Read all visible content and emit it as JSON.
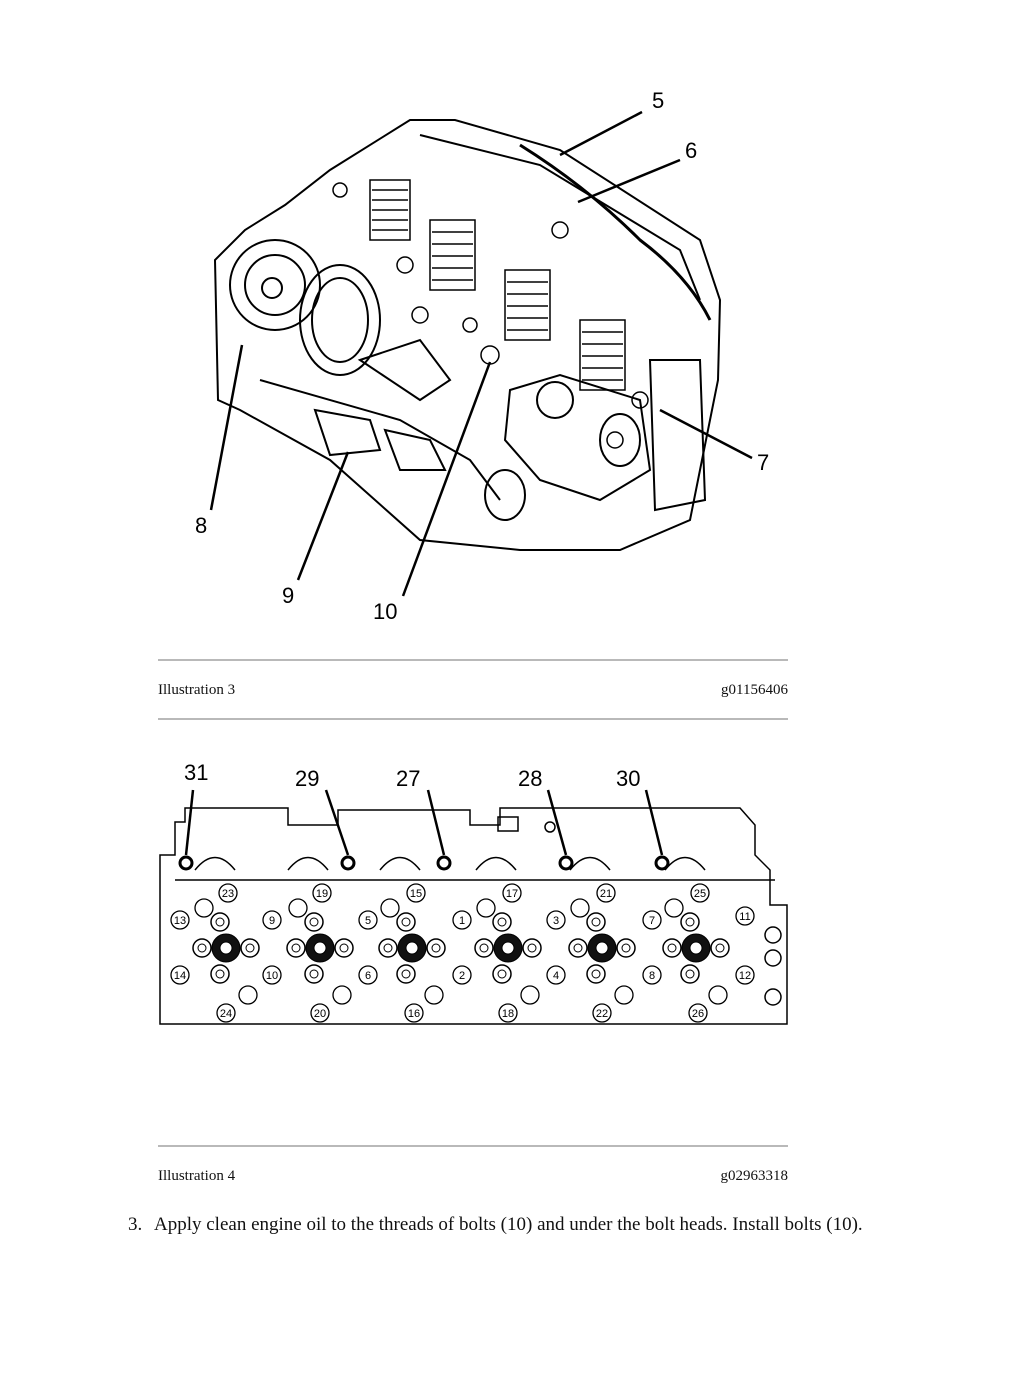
{
  "illustration3": {
    "caption": "Illustration 3",
    "code": "g01156406",
    "callouts": [
      "5",
      "6",
      "7",
      "8",
      "9",
      "10"
    ]
  },
  "illustration4": {
    "caption": "Illustration 4",
    "code": "g02963318",
    "callouts": [
      "31",
      "29",
      "27",
      "28",
      "30"
    ],
    "bolt_numbers": [
      "23",
      "19",
      "15",
      "17",
      "21",
      "25",
      "13",
      "9",
      "5",
      "1",
      "3",
      "7",
      "11",
      "14",
      "10",
      "6",
      "2",
      "4",
      "8",
      "12",
      "24",
      "20",
      "16",
      "18",
      "22",
      "26"
    ]
  },
  "step": {
    "number": "3.",
    "text": "Apply clean engine oil to the threads of bolts (10) and under the bolt heads. Install bolts (10)."
  }
}
